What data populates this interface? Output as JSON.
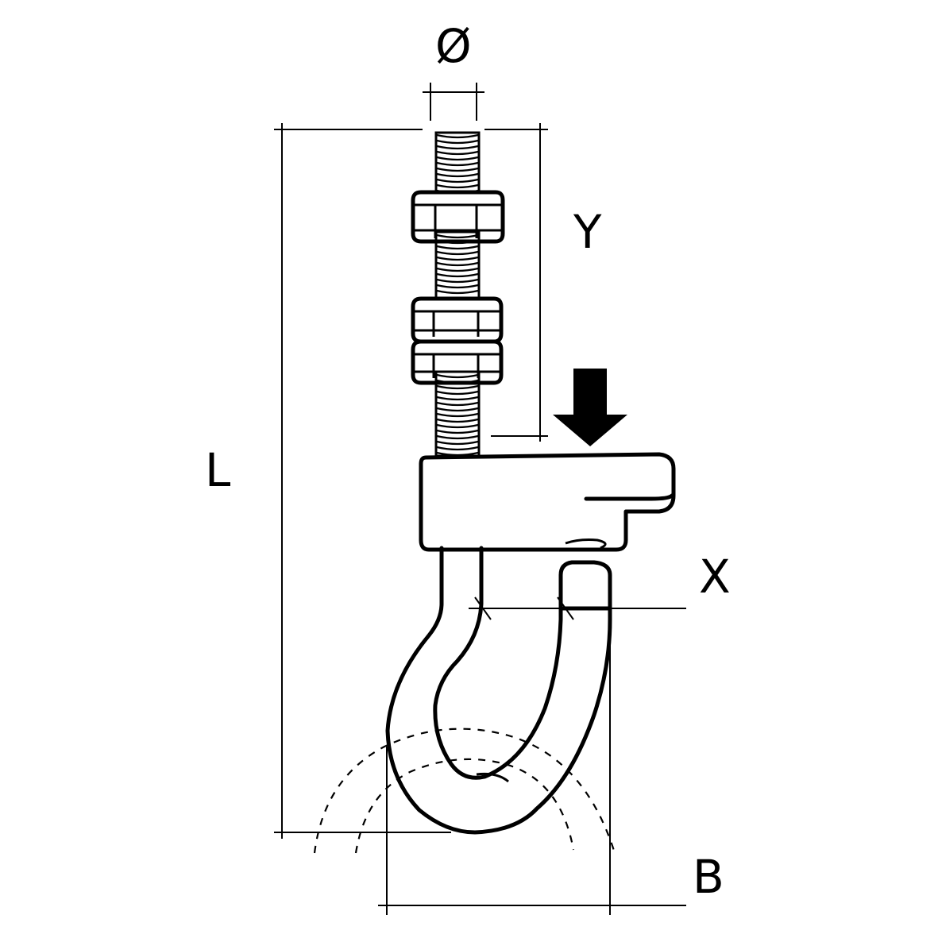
{
  "labels": {
    "diameter": "Ø",
    "y": "Y",
    "l": "L",
    "x": "X",
    "b": "B"
  },
  "colors": {
    "line": "#000000",
    "background": "#ffffff"
  }
}
